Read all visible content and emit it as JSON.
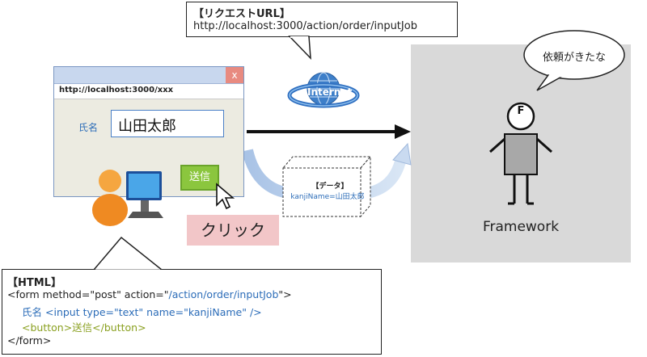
{
  "request_url": {
    "title": "【リクエストURL】",
    "url": "http://localhost:3000/action/order/inputJob"
  },
  "browser": {
    "close_label": "x",
    "address": "http://localhost:3000/xxx",
    "name_label": "氏名",
    "name_value": "山田太郎",
    "send_label": "送信"
  },
  "click_label": "クリック",
  "internet_label": "Internet",
  "data_box": {
    "title": "【データ】",
    "value": "kanjiName=山田太郎"
  },
  "framework": {
    "speech": "依頼がきたな",
    "figure_letter": "F",
    "label": "Framework"
  },
  "html_code": {
    "title": "【HTML】",
    "line1_tag_open": "<form method=\"post\" action=\"",
    "line1_action": "/action/order/inputJob",
    "line1_tag_close": "\">",
    "line2_label": "氏名",
    "line2_input": "<input type=\"text\" name=\"kanjiName\" />",
    "line3_button": "<button>送信</button>",
    "line4_close": "</form>"
  },
  "colors": {
    "accent_blue": "#2b6cb8",
    "button_green": "#8bc63e",
    "framework_bg": "#d9d9d9",
    "click_bg": "#f2c6c8"
  }
}
